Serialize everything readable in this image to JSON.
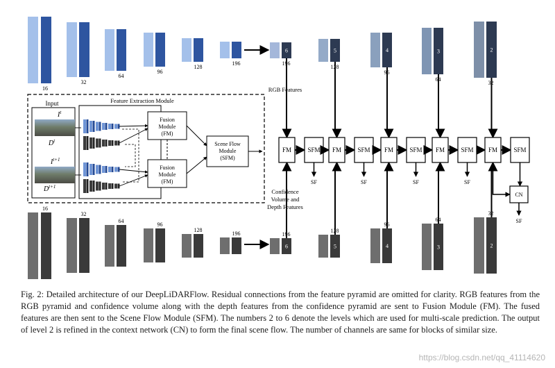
{
  "figure": {
    "colors": {
      "rgb_light": [
        "#a4c0ea",
        "#a4c0ea",
        "#a4c0ea",
        "#a4c0ea",
        "#a4c0ea",
        "#a4c0ea",
        "#a4b7da",
        "#94aac8",
        "#8aa0bd",
        "#7f95b3",
        "#7d8fa8"
      ],
      "rgb_dark": [
        "#2e55a0",
        "#2e55a0",
        "#2e55a0",
        "#2e55a0",
        "#2e55a0",
        "#2e55a0",
        "#2d3a52",
        "#2d3a52",
        "#2d3a52",
        "#2d3a52",
        "#2d3a52"
      ],
      "depth_light": "#6e6e6e",
      "depth_dark": "#3a3a3a"
    },
    "rgb_pyramid": {
      "channel_labels": [
        "16",
        "32",
        "64",
        "96",
        "128",
        "196",
        "196",
        "128",
        "96",
        "64",
        "32"
      ],
      "level_labels": [
        "6",
        "5",
        "4",
        "3",
        "2"
      ]
    },
    "depth_pyramid": {
      "channel_labels": [
        "16",
        "32",
        "64",
        "96",
        "128",
        "196",
        "196",
        "128",
        "96",
        "64",
        "32"
      ],
      "level_labels": [
        "6",
        "5",
        "4",
        "3",
        "2"
      ]
    },
    "labels": {
      "rgb_features": "RGB Features",
      "confidence_line1": "Confidence",
      "confidence_line2": "Volume and",
      "confidence_line3": "Depth Features",
      "fm": "FM",
      "sfm": "SFM",
      "sf": "SF",
      "cn": "CN"
    },
    "inset": {
      "input_title": "Input",
      "it_label": "I",
      "it_sup": "t",
      "dt_label": "D",
      "dt_sup": "t",
      "it1_label": "I",
      "it1_sup": "t+1",
      "dt1_label": "D",
      "dt1_sup": "t+1",
      "feature_module_title": "Feature Extraction Module",
      "fusion_line1": "Fusion",
      "fusion_line2": "Module",
      "fusion_line3": "(FM)",
      "sfm_line1": "Scene Flow",
      "sfm_line2": "Module",
      "sfm_line3": "(SFM)"
    }
  },
  "caption": "Fig. 2: Detailed architecture of our DeepLiDARFlow. Residual connections from the feature pyramid are omitted for clarity. RGB features from the RGB pyramid and confidence volume along with the depth features from the confidence pyramid are sent to Fusion Module (FM). The fused features are then sent to the Scene Flow Module (SFM). The numbers 2 to 6 denote the levels which are used for multi-scale prediction. The output of level 2 is refined in the context network (CN) to form the final scene flow. The number of channels are same for blocks of similar size.",
  "watermark": "https://blog.csdn.net/qq_41114620"
}
